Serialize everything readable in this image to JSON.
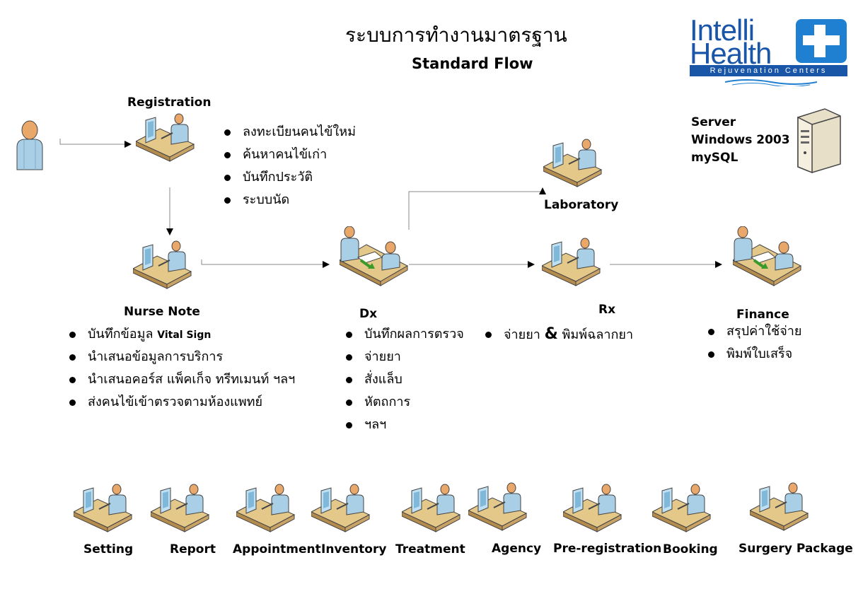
{
  "title_th": "ระบบการทำงานมาตรฐาน",
  "title_en": "Standard Flow",
  "logo": {
    "line1": "Intelli",
    "line2": "Health",
    "tagline": "Rejuvenation Centers",
    "color": "#1a56a8",
    "accent": "#1f7fd1"
  },
  "server": {
    "line1": "Server",
    "line2": "Windows 2003",
    "line3": "mySQL"
  },
  "registration": {
    "label": "Registration",
    "items": [
      "ลงทะเบียนคนไข้ใหม่",
      "ค้นหาคนไข้เก่า",
      "บันทึกประวัติ",
      "ระบบนัด"
    ]
  },
  "nurse": {
    "label": "Nurse Note",
    "item1_main": "บันทึกข้อมูล",
    "item1_sub": "Vital Sign",
    "items": [
      "นำเสนอข้อมูลการบริการ",
      "นำเสนอคอร์ส แพ็คเก็จ ทรีทเมนท์ ฯลฯ",
      "ส่งคนไข้เข้าตรวจตามห้องแพทย์"
    ]
  },
  "dx": {
    "label": "Dx",
    "items": [
      "บันทึกผลการตรวจ",
      "จ่ายยา",
      "สั่งแล็บ",
      "หัตถการ",
      "ฯลฯ"
    ]
  },
  "laboratory": {
    "label": "Laboratory"
  },
  "rx": {
    "label": "Rx",
    "item_a": "จ่ายยา",
    "item_amp": "&",
    "item_b": "พิมพ์ฉลากยา"
  },
  "finance": {
    "label": "Finance",
    "items": [
      "สรุปค่าใช้จ่าย",
      "พิมพ์ใบเสร็จ"
    ]
  },
  "modules": [
    "Setting",
    "Report",
    "Appointment",
    "Inventory",
    "Treatment",
    "Agency",
    "Pre-registration",
    "Booking",
    "Surgery Package"
  ]
}
